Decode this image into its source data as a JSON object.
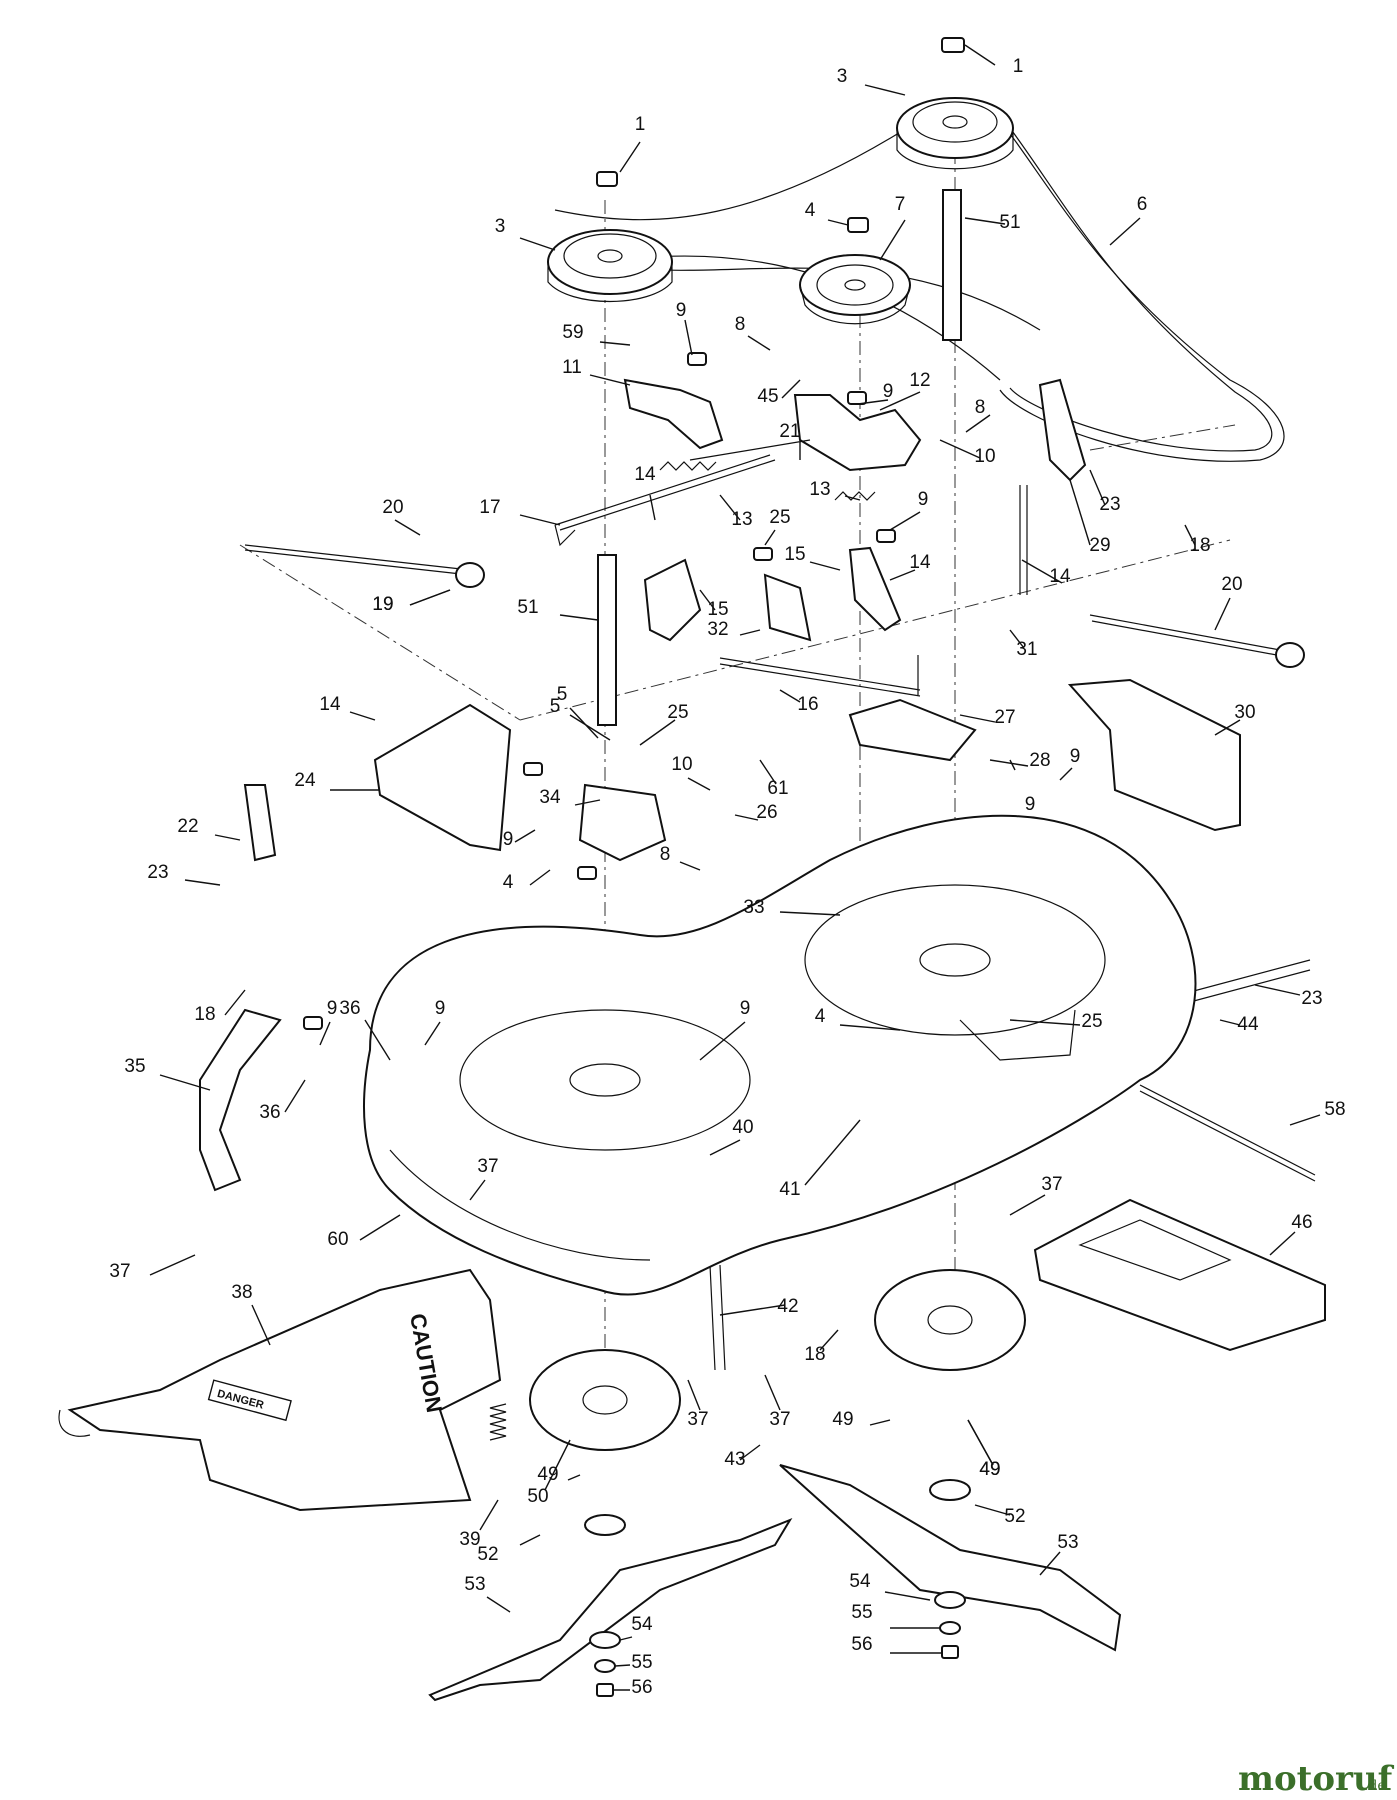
{
  "warning_labels": {
    "caution": "CAUTION",
    "danger": "DANGER"
  },
  "watermark": {
    "brand": "motoruf",
    "suffix": ".de"
  },
  "callouts": [
    {
      "num": "1"
    },
    {
      "num": "3"
    },
    {
      "num": "1"
    },
    {
      "num": "3"
    },
    {
      "num": "4"
    },
    {
      "num": "7"
    },
    {
      "num": "51"
    },
    {
      "num": "6"
    },
    {
      "num": "59"
    },
    {
      "num": "9"
    },
    {
      "num": "8"
    },
    {
      "num": "11"
    },
    {
      "num": "45"
    },
    {
      "num": "9"
    },
    {
      "num": "12"
    },
    {
      "num": "8"
    },
    {
      "num": "10"
    },
    {
      "num": "21"
    },
    {
      "num": "23"
    },
    {
      "num": "29"
    },
    {
      "num": "18"
    },
    {
      "num": "14"
    },
    {
      "num": "13"
    },
    {
      "num": "13"
    },
    {
      "num": "9"
    },
    {
      "num": "17"
    },
    {
      "num": "25"
    },
    {
      "num": "20"
    },
    {
      "num": "15"
    },
    {
      "num": "14"
    },
    {
      "num": "14"
    },
    {
      "num": "19"
    },
    {
      "num": "15"
    },
    {
      "num": "51"
    },
    {
      "num": "32"
    },
    {
      "num": "31"
    },
    {
      "num": "20"
    },
    {
      "num": "19"
    },
    {
      "num": "5"
    },
    {
      "num": "16"
    },
    {
      "num": "14"
    },
    {
      "num": "5"
    },
    {
      "num": "25"
    },
    {
      "num": "27"
    },
    {
      "num": "30"
    },
    {
      "num": "24"
    },
    {
      "num": "61"
    },
    {
      "num": "9"
    },
    {
      "num": "28"
    },
    {
      "num": "10"
    },
    {
      "num": "34"
    },
    {
      "num": "9"
    },
    {
      "num": "22"
    },
    {
      "num": "9"
    },
    {
      "num": "26"
    },
    {
      "num": "23"
    },
    {
      "num": "4"
    },
    {
      "num": "8"
    },
    {
      "num": "33"
    },
    {
      "num": "23"
    },
    {
      "num": "18"
    },
    {
      "num": "9"
    },
    {
      "num": "36"
    },
    {
      "num": "9"
    },
    {
      "num": "9"
    },
    {
      "num": "4"
    },
    {
      "num": "25"
    },
    {
      "num": "44"
    },
    {
      "num": "35"
    },
    {
      "num": "36"
    },
    {
      "num": "58"
    },
    {
      "num": "40"
    },
    {
      "num": "37"
    },
    {
      "num": "41"
    },
    {
      "num": "37"
    },
    {
      "num": "60"
    },
    {
      "num": "46"
    },
    {
      "num": "37"
    },
    {
      "num": "38"
    },
    {
      "num": "42"
    },
    {
      "num": "18"
    },
    {
      "num": "37"
    },
    {
      "num": "37"
    },
    {
      "num": "43"
    },
    {
      "num": "49"
    },
    {
      "num": "49"
    },
    {
      "num": "49"
    },
    {
      "num": "50"
    },
    {
      "num": "49"
    },
    {
      "num": "39"
    },
    {
      "num": "52"
    },
    {
      "num": "52"
    },
    {
      "num": "53"
    },
    {
      "num": "53"
    },
    {
      "num": "54"
    },
    {
      "num": "54"
    },
    {
      "num": "55"
    },
    {
      "num": "55"
    },
    {
      "num": "56"
    },
    {
      "num": "56"
    }
  ]
}
